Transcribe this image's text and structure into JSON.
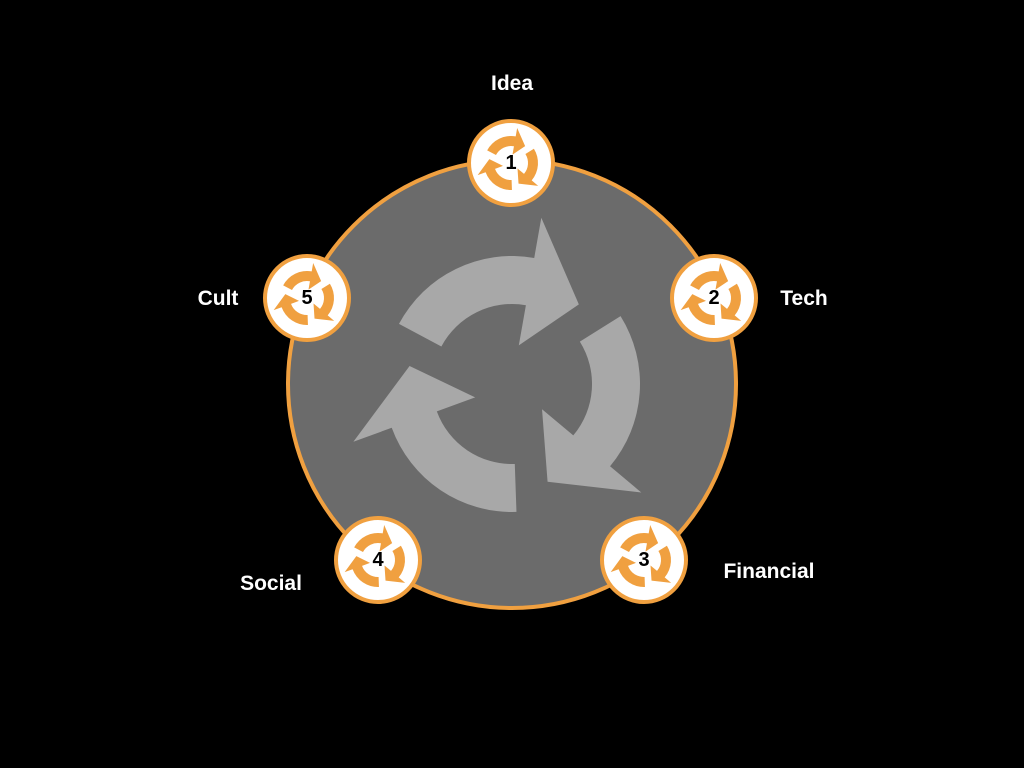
{
  "colors": {
    "background": "#000000",
    "disc_fill": "#6b6b6b",
    "disc_stroke": "#f0a040",
    "center_arrows": "#a8a8a8",
    "badge_fill": "#ffffff",
    "badge_ring": "#f0a040",
    "badge_arrows": "#f0a040",
    "label_text": "#ffffff",
    "number_text": "#000000"
  },
  "center_icon": "cycle-arrows-icon",
  "badge_icon": "cycle-arrows-icon",
  "nodes": [
    {
      "number": "1",
      "label": "Idea"
    },
    {
      "number": "2",
      "label": "Tech"
    },
    {
      "number": "3",
      "label": "Financial"
    },
    {
      "number": "4",
      "label": "Social"
    },
    {
      "number": "5",
      "label": "Cult"
    }
  ]
}
